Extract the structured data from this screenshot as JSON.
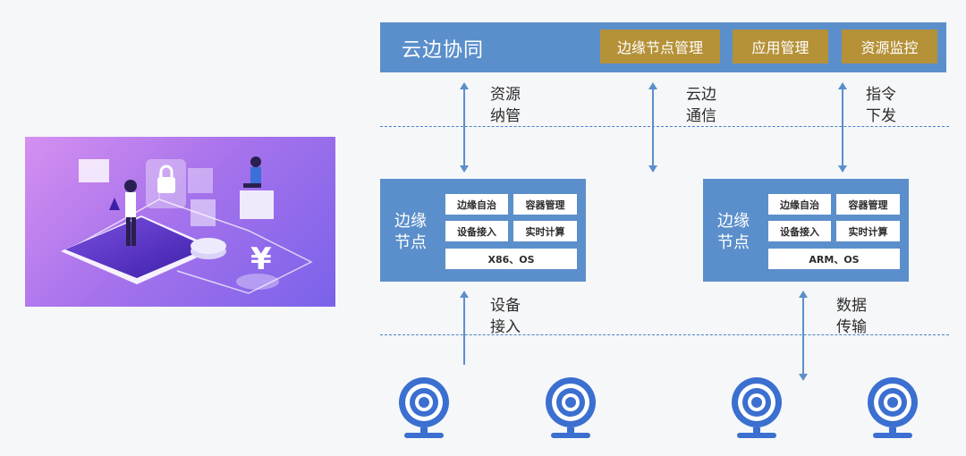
{
  "cloud": {
    "title": "云边协同",
    "buttons": [
      "边缘节点管理",
      "应用管理",
      "资源监控"
    ]
  },
  "connectors": {
    "resource_mgmt": [
      "资源",
      "纳管"
    ],
    "cloud_edge_comm": [
      "云边",
      "通信"
    ],
    "command_dispatch": [
      "指令",
      "下发"
    ],
    "device_access": [
      "设备",
      "接入"
    ],
    "data_transfer": [
      "数据",
      "传输"
    ]
  },
  "nodes": [
    {
      "title": [
        "边缘",
        "节点"
      ],
      "cells": [
        "边缘自治",
        "容器管理",
        "设备接入",
        "实时计算"
      ],
      "platform": "X86、OS"
    },
    {
      "title": [
        "边缘",
        "节点"
      ],
      "cells": [
        "边缘自治",
        "容器管理",
        "设备接入",
        "实时计算"
      ],
      "platform": "ARM、OS"
    }
  ],
  "colors": {
    "primary_blue": "#5b8fcb",
    "gold": "#b59138",
    "camera_blue": "#3b6fd0"
  },
  "icons": [
    "webcam-icon",
    "webcam-icon",
    "webcam-icon",
    "webcam-icon"
  ]
}
